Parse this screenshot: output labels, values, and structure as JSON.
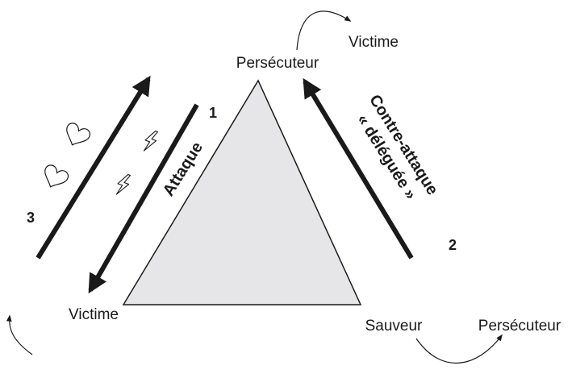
{
  "roles": {
    "top": "Persécuteur",
    "bottom_left": "Victime",
    "bottom_right": "Sauveur"
  },
  "role_changes": {
    "top_becomes": "Victime",
    "bottom_right_becomes": "Persécuteur"
  },
  "arrows": {
    "attack": {
      "number": "1",
      "label": "Attaque"
    },
    "counter_attack": {
      "number": "2",
      "label_line1": "Contre-attaque",
      "label_line2": "« déléguée »"
    },
    "return": {
      "number": "3"
    }
  }
}
